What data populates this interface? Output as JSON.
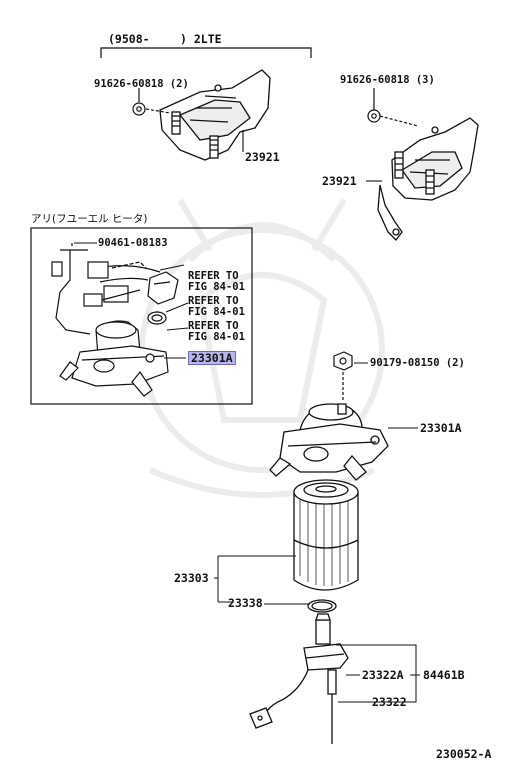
{
  "header": {
    "title_a": "(9508-",
    "title_b": ") 2LTE"
  },
  "labels": {
    "nut_left": "91626-60818 (2)",
    "nut_right": "91626-60818 (3)",
    "bracket_left": "23921",
    "bracket_right": "23921",
    "inset_title": "アリ(フユーエル ヒータ)",
    "harness": "90461-08183",
    "refer_1": "REFER TO",
    "fig_1": "FIG 84-01",
    "refer_2": "REFER TO",
    "fig_2": "FIG 84-01",
    "refer_3": "REFER TO",
    "fig_3": "FIG 84-01",
    "inset_part": "23301A",
    "bolt": "90179-08150 (2)",
    "head": "23301A",
    "filter": "23303",
    "gasket": "23338",
    "sensor_a": "23322A",
    "sensor_kit": "84461B",
    "sensor": "23322",
    "figure_id": "230052-A"
  },
  "colors": {
    "highlight": "#b8b6ec",
    "ink": "#111111",
    "watermark": "#ececec"
  }
}
